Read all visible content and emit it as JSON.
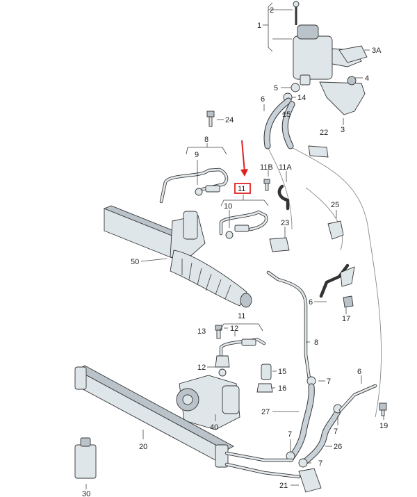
{
  "callouts": {
    "c1": "1",
    "c2": "2",
    "c3": "3",
    "c3a": "3A",
    "c4": "4",
    "c5": "5",
    "c6a": "6",
    "c6b": "6",
    "c6c": "6",
    "c7a": "7",
    "c7b": "7",
    "c7c": "7",
    "c7d": "7",
    "c8a": "8",
    "c8b": "8",
    "c9": "9",
    "c10": "10",
    "c11a": "11",
    "c11b": "11",
    "c11A": "11A",
    "c11B": "11B",
    "c12a": "12",
    "c12b": "12",
    "c13": "13",
    "c14": "14",
    "c15a": "15",
    "c15b": "15",
    "c16": "16",
    "c17": "17",
    "c19": "19",
    "c20": "20",
    "c21": "21",
    "c22": "22",
    "c23": "23",
    "c24": "24",
    "c25": "25",
    "c26": "26",
    "c27": "27",
    "c30": "30",
    "c40": "40",
    "c50": "50"
  },
  "highlight": {
    "label": "11",
    "color": "#e02020"
  },
  "colors": {
    "part_fill": "#dfe6ea",
    "outline": "#333333",
    "accent": "#e02020"
  }
}
